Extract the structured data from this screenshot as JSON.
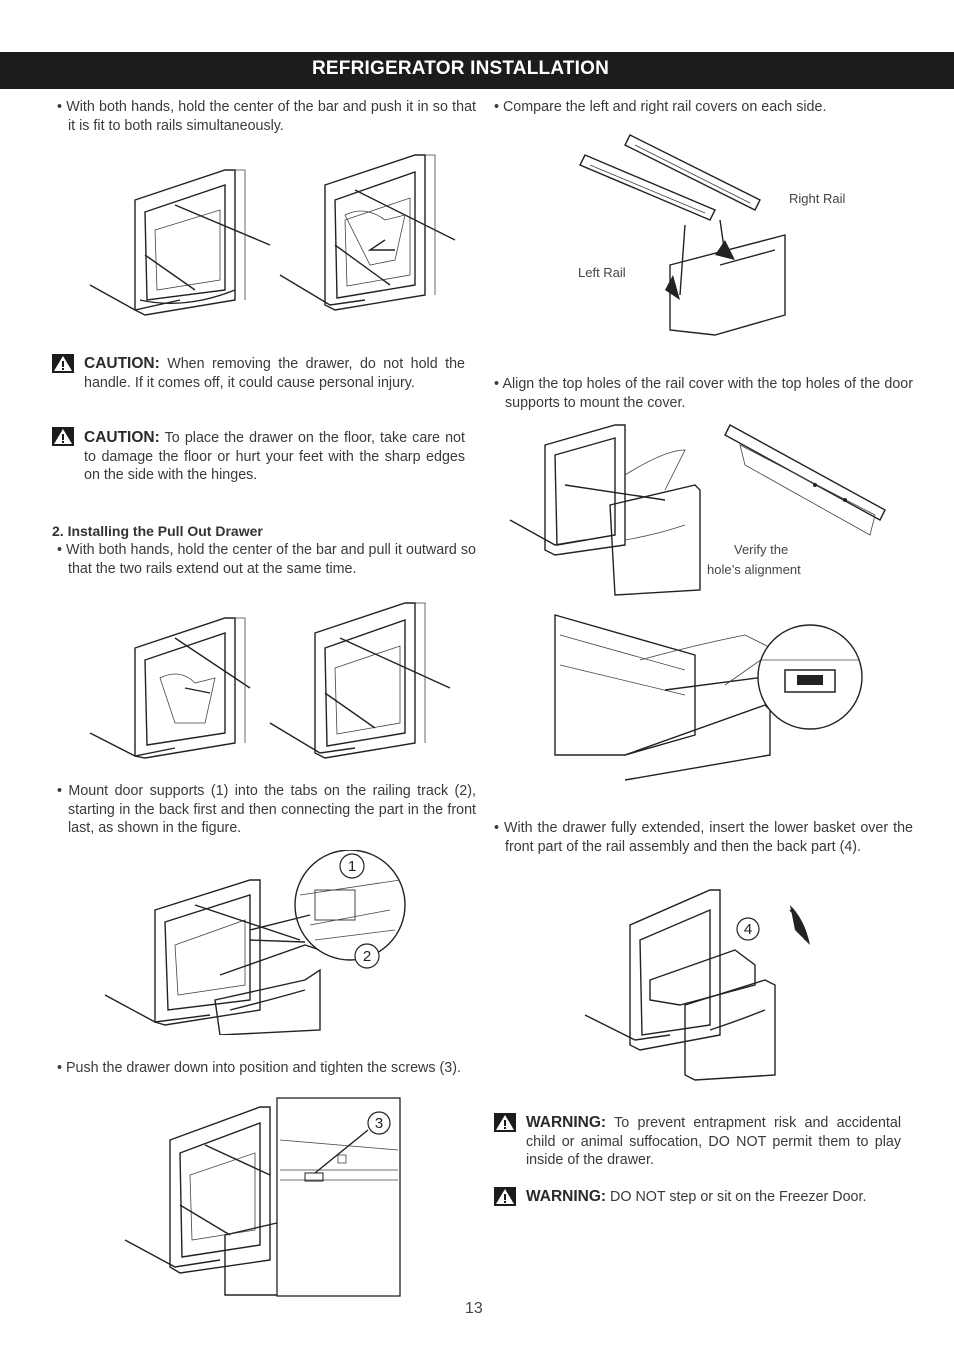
{
  "header": {
    "title": "REFRIGERATOR INSTALLATION"
  },
  "left": {
    "p1": "• With both hands, hold the center of the bar and push it in so that it is fit to both rails simultaneously.",
    "caution1": {
      "label": "CAUTION:",
      "text": " When removing the drawer, do not hold the handle. If it comes off, it could cause personal injury."
    },
    "caution2": {
      "label": "CAUTION:",
      "text": " To place the drawer on the floor, take care not to damage the floor or hurt your feet with the sharp edges on the side with the hinges."
    },
    "section2_title": "2. Installing the Pull Out Drawer",
    "p2": "• With both hands, hold the center of the bar and pull it outward so that the two rails extend out at the same time.",
    "p3": "• Mount door supports (1) into the tabs on the railing track (2), starting in the back first and then connecting the part in the front last, as shown in the figure.",
    "callout_1": "1",
    "callout_2": "2",
    "p4": "• Push the drawer down into position and tighten the screws (3).",
    "callout_3": "3"
  },
  "right": {
    "p1": "• Compare the left and right rail covers on each side.",
    "right_rail_label": "Right Rail",
    "left_rail_label": "Left Rail",
    "p2": "• Align the top holes of the rail cover with the top holes of the door supports to mount the cover.",
    "verify_label_1": "Verify the",
    "verify_label_2": "hole’s alignment",
    "p3": "• With the drawer fully extended, insert the lower basket over the front part of the rail assembly and then the back part (4).",
    "callout_4": "4",
    "warning1": {
      "label": "WARNING:",
      "text": " To prevent entrapment risk and accidental child or animal suffocation, DO NOT permit them to play inside of the drawer."
    },
    "warning2": {
      "label": "WARNING:",
      "text": " DO NOT step or sit on the Freezer Door."
    }
  },
  "page_number": "13"
}
